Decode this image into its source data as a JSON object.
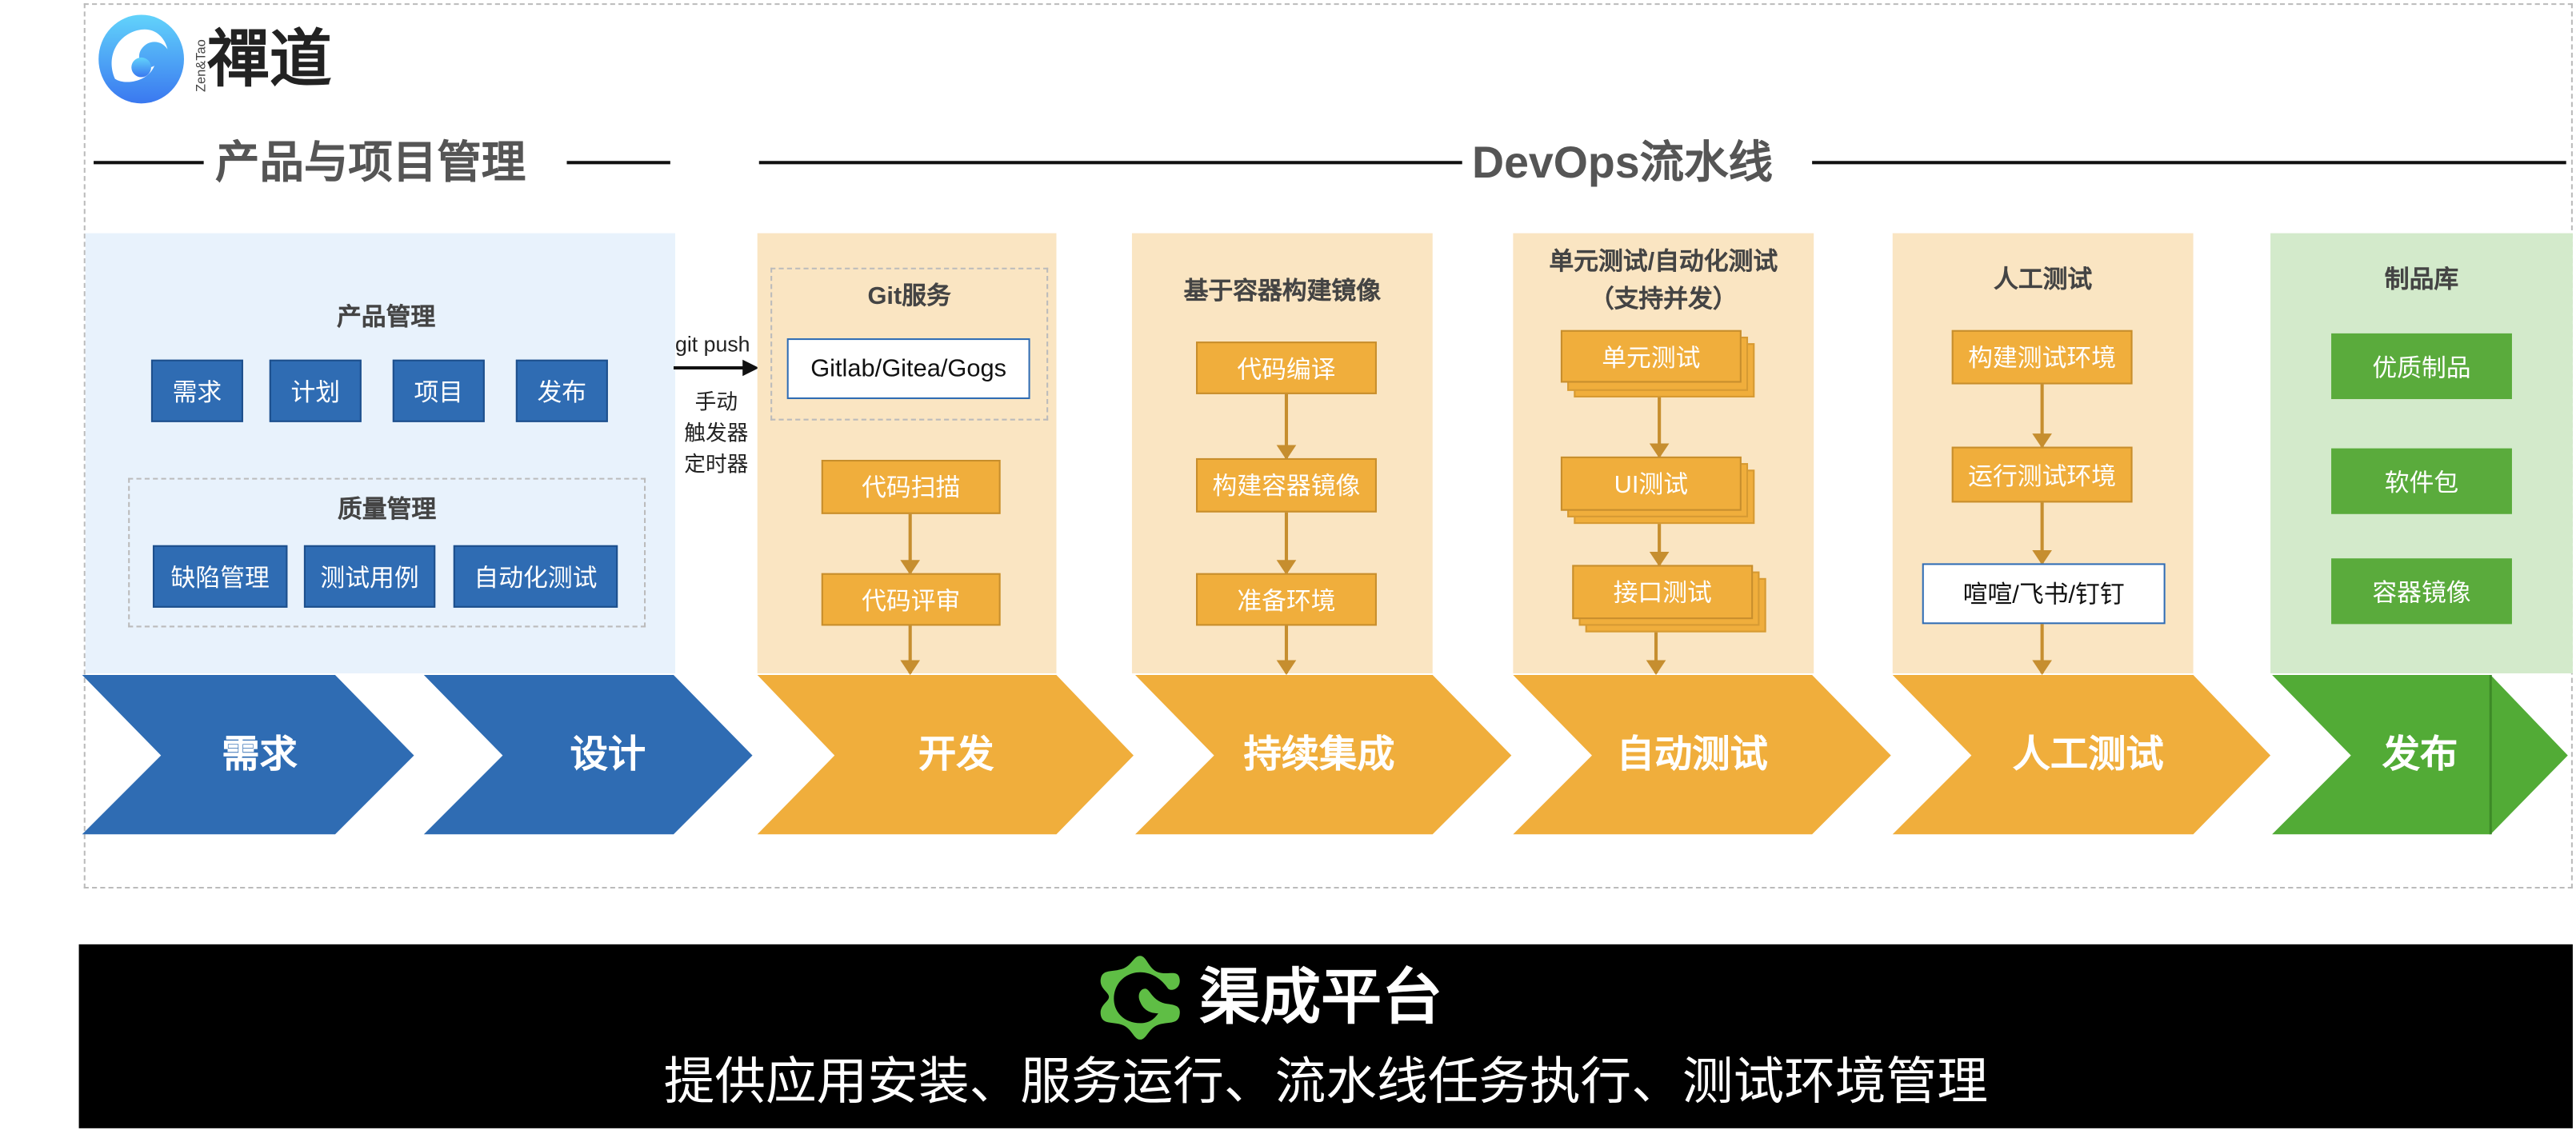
{
  "logo": {
    "name": "禪道",
    "sub": "Zen&Tao"
  },
  "headers": {
    "left": "产品与项目管理",
    "right": "DevOps流水线"
  },
  "product": {
    "title": "产品管理",
    "buttons": [
      "需求",
      "计划",
      "项目",
      "发布"
    ],
    "quality_title": "质量管理",
    "quality_buttons": [
      "缺陷管理",
      "测试用例",
      "自动化测试"
    ]
  },
  "trigger": {
    "label": "git push",
    "lines": [
      "手动",
      "触发器",
      "定时器"
    ]
  },
  "dev": {
    "title": "Git服务",
    "git": "Gitlab/Gitea/Gogs",
    "steps": [
      "代码扫描",
      "代码评审"
    ]
  },
  "ci": {
    "title": "基于容器构建镜像",
    "steps": [
      "代码编译",
      "构建容器镜像",
      "准备环境"
    ]
  },
  "autotest": {
    "title": "单元测试/自动化测试",
    "subtitle": "（支持并发）",
    "steps": [
      "单元测试",
      "UI测试",
      "接口测试"
    ]
  },
  "manual": {
    "title": "人工测试",
    "steps": [
      "构建测试环境",
      "运行测试环境"
    ],
    "notify": "喧喧/飞书/钉钉"
  },
  "artifact": {
    "title": "制品库",
    "items": [
      "优质制品",
      "软件包",
      "容器镜像"
    ]
  },
  "stages": [
    "需求",
    "设计",
    "开发",
    "持续集成",
    "自动测试",
    "人工测试",
    "发布"
  ],
  "colors": {
    "blue": "#2f6cb3",
    "orange": "#f0ae3c",
    "green": "#52ab36"
  },
  "platform": {
    "name": "渠成平台",
    "desc": "提供应用安装、服务运行、流水线任务执行、测试环境管理"
  }
}
